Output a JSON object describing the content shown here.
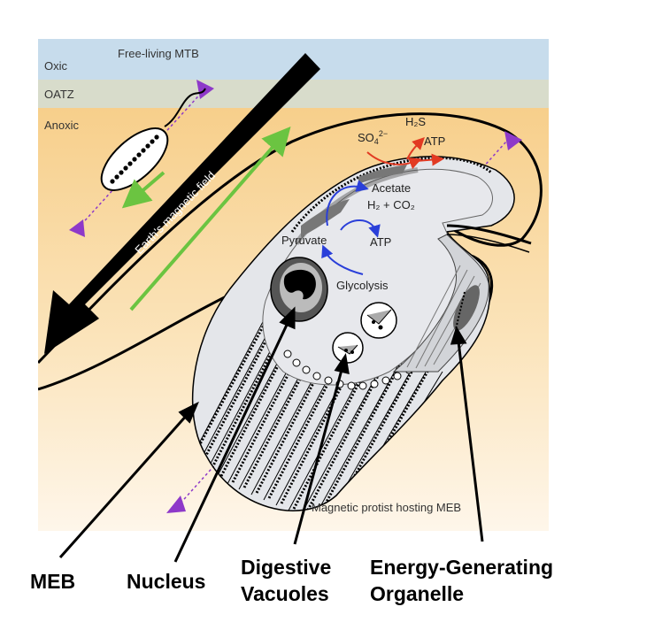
{
  "zones": {
    "oxic": "Oxic",
    "oatz": "OATZ",
    "anoxic": "Anoxic"
  },
  "free_living_label": "Free-living MTB",
  "magnetic_field_label": "Earth's magnetic field",
  "metabolism": {
    "sulfate": "SO",
    "sulfate_sub": "4",
    "sulfate_sup": "2−",
    "h2s": "H₂S",
    "atp_top": "ATP",
    "acetate": "Acetate",
    "h2_co2": "H₂ + CO₂",
    "pyruvate": "Pyruvate",
    "atp_mid": "ATP",
    "glycolysis": "Glycolysis"
  },
  "host_label": "Magnetic protist hosting MEB",
  "callouts": {
    "meb": "MEB",
    "nucleus": "Nucleus",
    "digestive_1": "Digestive",
    "digestive_2": "Vacuoles",
    "energy_1": "Energy-Generating",
    "energy_2": "Organelle"
  },
  "colors": {
    "oxic_band": "#c7dcec",
    "oatz_band": "#d8dccb",
    "anoxic_top": "#f7cf8b",
    "anoxic_bottom": "#fdf3e2",
    "green_arrow": "#6bc441",
    "purple": "#8e39c9",
    "blue_arrow": "#2a3fd9",
    "red_arrow": "#e23a22",
    "cell_fill": "#e4e6ea"
  }
}
